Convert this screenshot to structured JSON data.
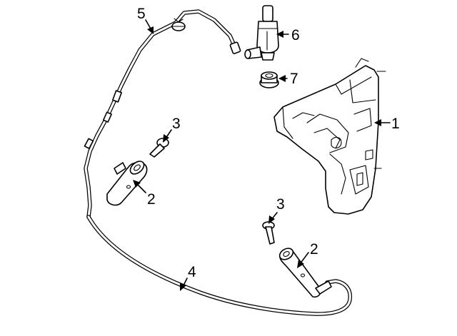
{
  "callouts": {
    "tank": "1",
    "nozzle_left": "2",
    "nozzle_right": "2",
    "screw_left": "3",
    "screw_right": "3",
    "hose_lower": "4",
    "hose_upper": "5",
    "pump": "6",
    "grommet": "7"
  }
}
